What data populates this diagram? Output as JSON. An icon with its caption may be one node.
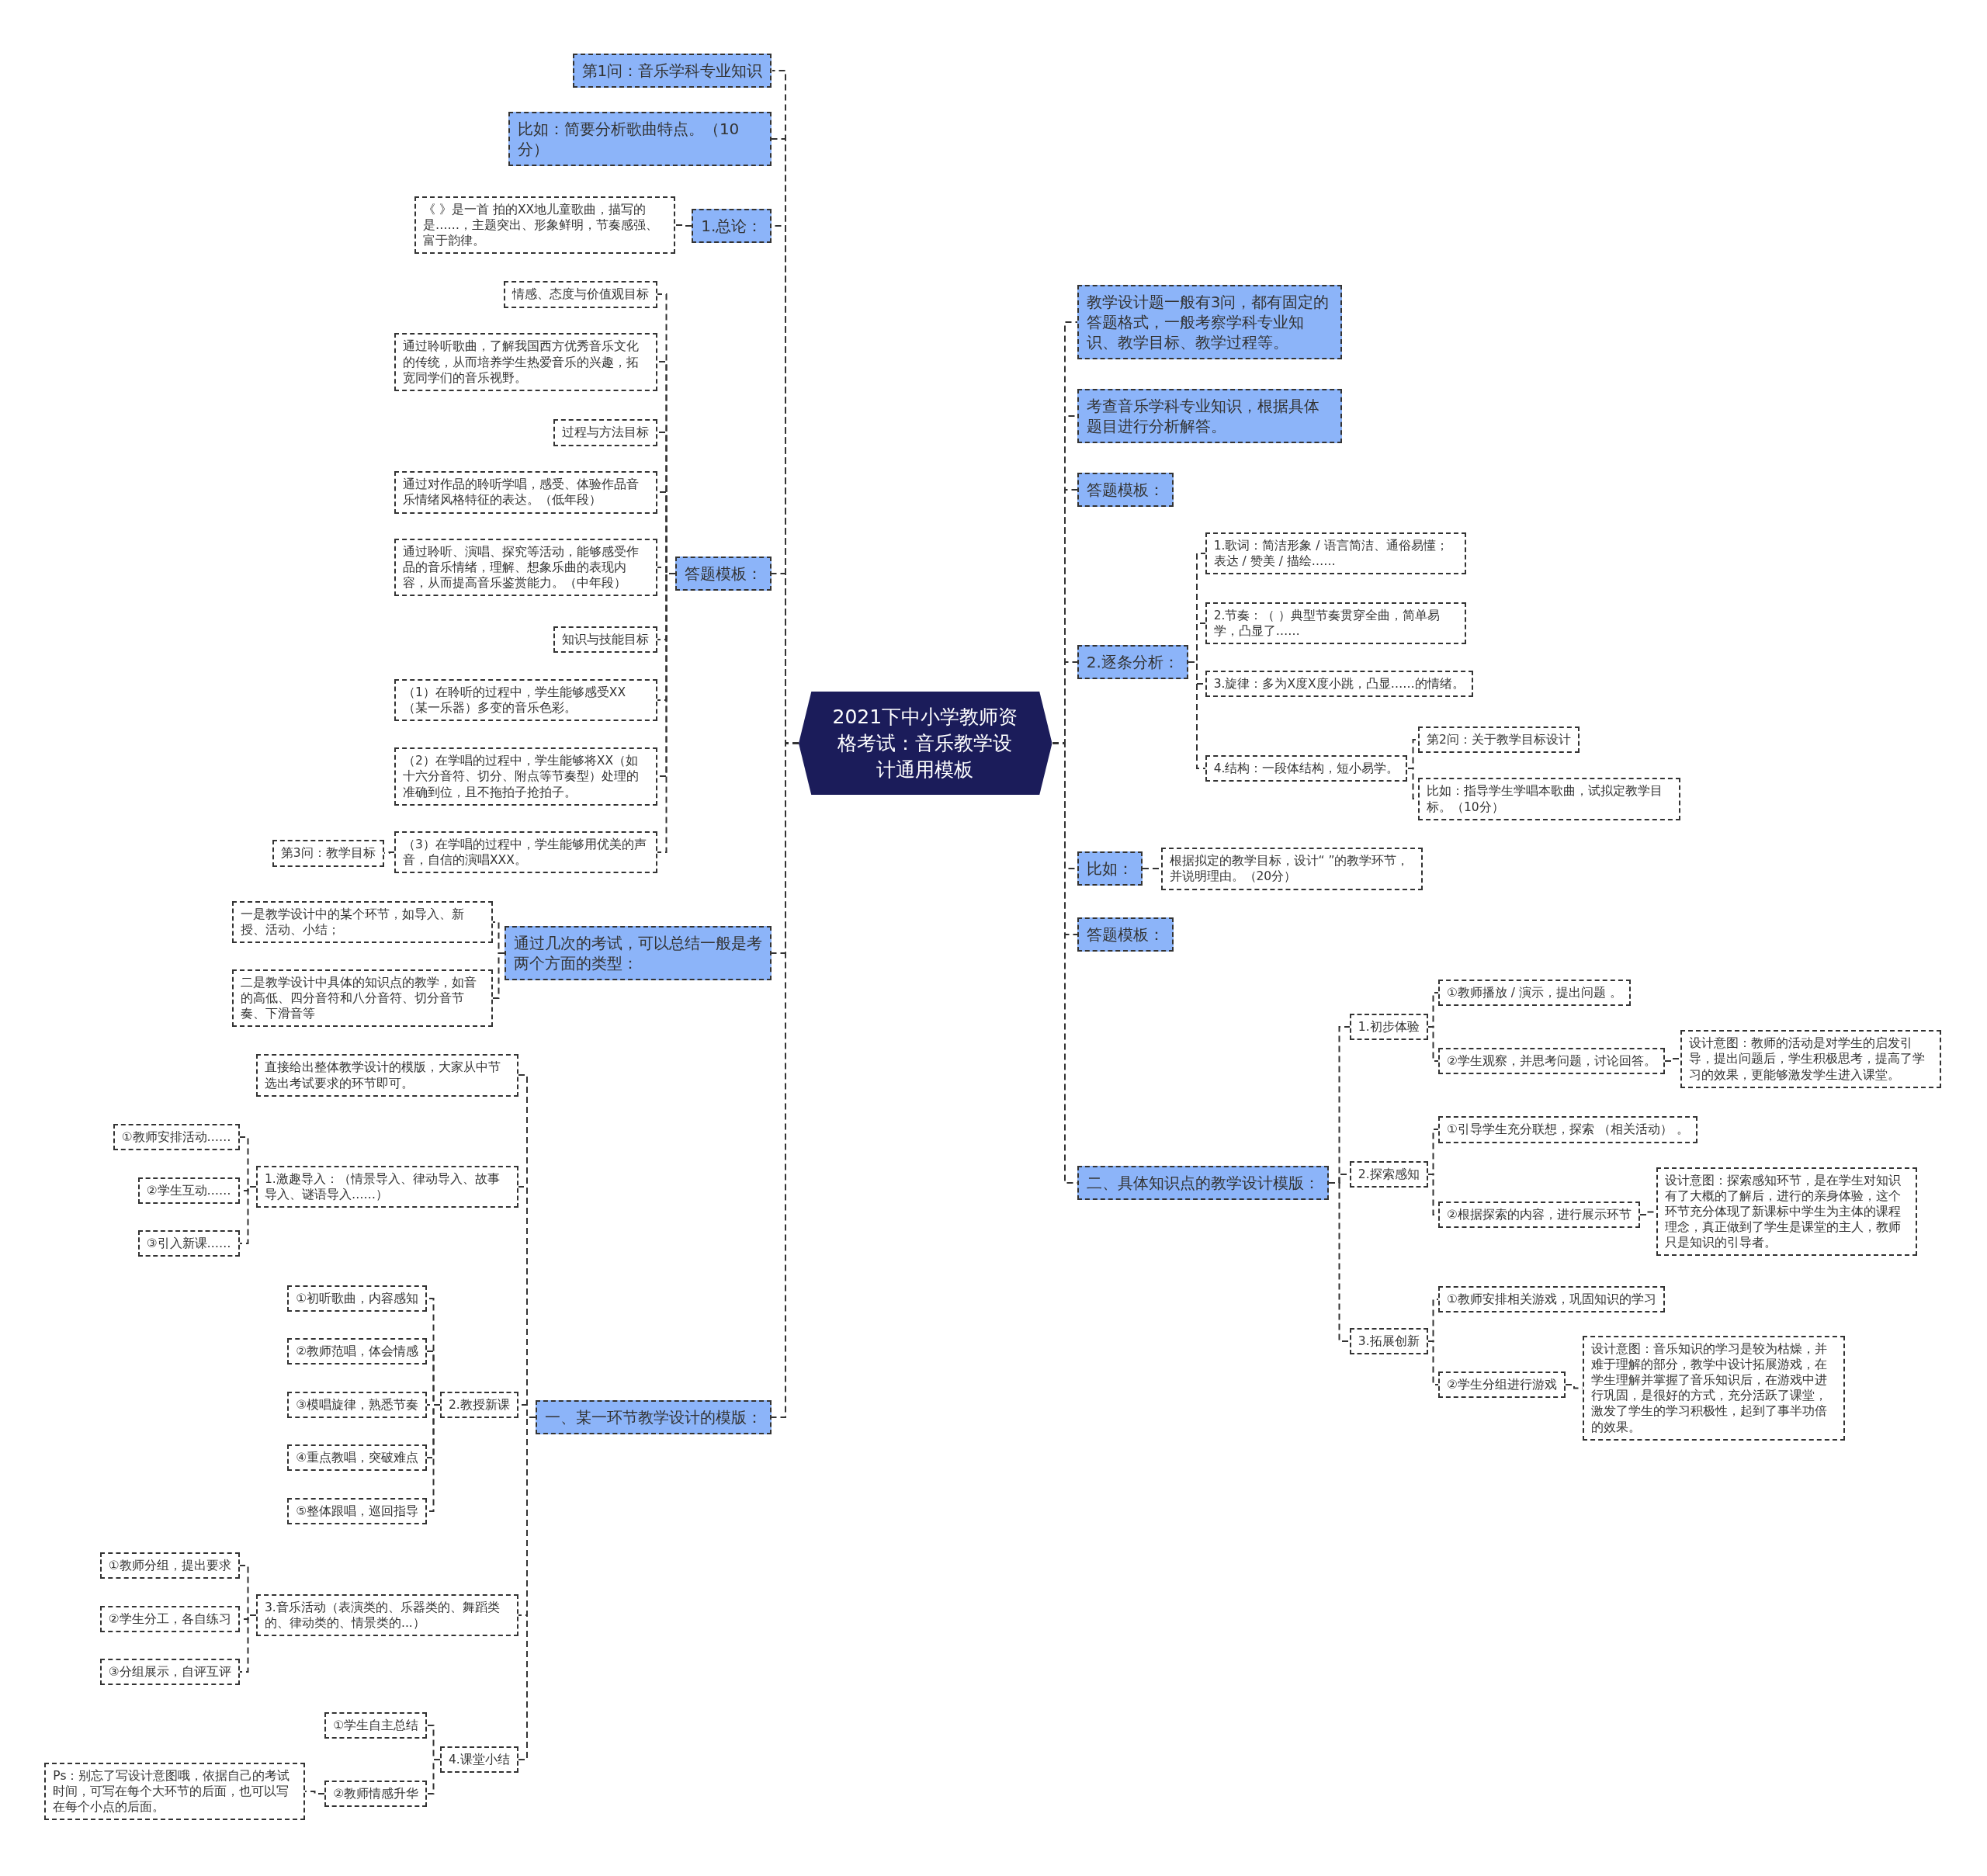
{
  "diagram": {
    "nodes": [
      {
        "text": [
          "2021下中小学教师资格考试：音乐教学设计通用模板"
        ]
      },
      {
        "text": [
          "第1问：音乐学科专业知识"
        ]
      },
      {
        "text": [
          "比如：简要分析歌曲特点。（10分）"
        ]
      },
      {
        "text": [
          "1.总论："
        ]
      },
      {
        "text": [
          "《 》是一首 拍的XX地儿童歌曲，描写的是……，主题突出、形象鲜明，节奏感强、富于韵律。"
        ]
      },
      {
        "text": [
          "答题模板："
        ]
      },
      {
        "text": [
          "情感、态度与价值观目标"
        ]
      },
      {
        "text": [
          "通过聆听歌曲，了解我国西方优秀音乐文化的传统，从而培养学生热爱音乐的兴趣，拓宽同学们的音乐视野。"
        ]
      },
      {
        "text": [
          "过程与方法目标"
        ]
      },
      {
        "text": [
          "通过对作品的聆听学唱，感受、体验作品音乐情绪风格特征的表达。（低年段）"
        ]
      },
      {
        "text": [
          "通过聆听、演唱、探究等活动，能够感受作品的音乐情绪，理解、想象乐曲的表现内容，从而提高音乐鉴赏能力。（中年段）"
        ]
      },
      {
        "text": [
          "知识与技能目标"
        ]
      },
      {
        "text": [
          "（1）在聆听的过程中，学生能够感受XX（某一乐器）多变的音乐色彩。"
        ]
      },
      {
        "text": [
          "（2）在学唱的过程中，学生能够将XX（如十六分音符、切分、附点等节奏型）处理的准确到位，且不拖拍子抢拍子。"
        ]
      },
      {
        "text": [
          "（3）在学唱的过程中，学生能够用优美的声音，自信的演唱XXX。"
        ]
      },
      {
        "text": [
          "第3问：教学目标"
        ]
      },
      {
        "text": [
          "通过几次的考试，可以总结一般是考两个方面的类型："
        ]
      },
      {
        "text": [
          "一是教学设计中的某个环节，如导入、新授、活动、小结；"
        ]
      },
      {
        "text": [
          "二是教学设计中具体的知识点的教学，如音的高低、四分音符和八分音符、切分音节奏、下滑音等"
        ]
      },
      {
        "text": [
          "一、某一环节教学设计的模版："
        ]
      },
      {
        "text": [
          "直接给出整体教学设计的模版，大家从中节选出考试要求的环节即可。"
        ]
      },
      {
        "text": [
          "1.激趣导入：（情景导入、律动导入、故事导入、谜语导入……）"
        ]
      },
      {
        "text": [
          "①教师安排活动……"
        ]
      },
      {
        "text": [
          "②学生互动……"
        ]
      },
      {
        "text": [
          "③引入新课……"
        ]
      },
      {
        "text": [
          "2.教授新课"
        ]
      },
      {
        "text": [
          "①初听歌曲，内容感知"
        ]
      },
      {
        "text": [
          "②教师范唱，体会情感"
        ]
      },
      {
        "text": [
          "③模唱旋律，熟悉节奏"
        ]
      },
      {
        "text": [
          "④重点教唱，突破难点"
        ]
      },
      {
        "text": [
          "⑤整体跟唱，巡回指导"
        ]
      },
      {
        "text": [
          "3.音乐活动（表演类的、乐器类的、舞蹈类的、律动类的、情景类的...）"
        ]
      },
      {
        "text": [
          "①教师分组，提出要求"
        ]
      },
      {
        "text": [
          "②学生分工，各自练习"
        ]
      },
      {
        "text": [
          "③分组展示，自评互评"
        ]
      },
      {
        "text": [
          "4.课堂小结"
        ]
      },
      {
        "text": [
          "①学生自主总结"
        ]
      },
      {
        "text": [
          "②教师情感升华"
        ]
      },
      {
        "text": [
          "Ps：别忘了写设计意图哦，依据自己的考试时间，可写在每个大环节的后面，也可以写在每个小点的后面。"
        ]
      },
      {
        "text": [
          "教学设计题一般有3问，都有固定的答题格式，一般考察学科专业知识、教学目标、教学过程等。"
        ]
      },
      {
        "text": [
          "考查音乐学科专业知识，根据具体题目进行分析解答。"
        ]
      },
      {
        "text": [
          "答题模板："
        ]
      },
      {
        "text": [
          "2.逐条分析："
        ]
      },
      {
        "text": [
          "1.歌词：简洁形象 / 语言简洁、通俗易懂；表达 / 赞美 / 描绘……"
        ]
      },
      {
        "text": [
          "2.节奏：（ ）典型节奏贯穿全曲，简单易学，凸显了……"
        ]
      },
      {
        "text": [
          "3.旋律：多为X度X度小跳，凸显……的情绪。"
        ]
      },
      {
        "text": [
          "4.结构：一段体结构，短小易学。"
        ]
      },
      {
        "text": [
          "第2问：关于教学目标设计"
        ]
      },
      {
        "text": [
          "比如：指导学生学唱本歌曲，试拟定教学目标。（10分）"
        ]
      },
      {
        "text": [
          "比如："
        ]
      },
      {
        "text": [
          "根据拟定的教学目标，设计“ ”的教学环节，并说明理由。（20分）"
        ]
      },
      {
        "text": [
          "答题模板："
        ]
      },
      {
        "text": [
          "二、具体知识点的教学设计模版："
        ]
      },
      {
        "text": [
          "1.初步体验"
        ]
      },
      {
        "text": [
          "①教师播放 / 演示，提出问题 。"
        ]
      },
      {
        "text": [
          "②学生观察，并思考问题，讨论回答。"
        ]
      },
      {
        "text": [
          "设计意图：教师的活动是对学生的启发引导，提出问题后，学生积极思考，提高了学习的效果，更能够激发学生进入课堂。"
        ]
      },
      {
        "text": [
          "2.探索感知"
        ]
      },
      {
        "text": [
          "①引导学生充分联想，探索 （相关活动） 。"
        ]
      },
      {
        "text": [
          "②根据探索的内容，进行展示环节"
        ]
      },
      {
        "text": [
          "设计意图：探索感知环节，是在学生对知识有了大概的了解后，进行的亲身体验，这个环节充分体现了新课标中学生为主体的课程理念，真正做到了学生是课堂的主人，教师只是知识的引导者。"
        ]
      },
      {
        "text": [
          "3.拓展创新"
        ]
      },
      {
        "text": [
          "①教师安排相关游戏，巩固知识的学习"
        ]
      },
      {
        "text": [
          "②学生分组进行游戏"
        ]
      },
      {
        "text": [
          "设计意图：音乐知识的学习是较为枯燥，并难于理解的部分，教学中设计拓展游戏，在学生理解并掌握了音乐知识后，在游戏中进行巩固，是很好的方式，充分活跃了课堂，激发了学生的学习积极性，起到了事半功倍的效果。"
        ]
      }
    ],
    "edges": [
      {
        "from": 0,
        "to": 1,
        "arrow": "none"
      },
      {
        "from": 0,
        "to": 2,
        "arrow": "none"
      },
      {
        "from": 0,
        "to": 3,
        "arrow": "none"
      },
      {
        "from": 3,
        "to": 4,
        "arrow": "none"
      },
      {
        "from": 0,
        "to": 5,
        "arrow": "none"
      },
      {
        "from": 5,
        "to": 6,
        "arrow": "none"
      },
      {
        "from": 5,
        "to": 7,
        "arrow": "none"
      },
      {
        "from": 5,
        "to": 8,
        "arrow": "none"
      },
      {
        "from": 5,
        "to": 9,
        "arrow": "none"
      },
      {
        "from": 5,
        "to": 10,
        "arrow": "none"
      },
      {
        "from": 5,
        "to": 11,
        "arrow": "none"
      },
      {
        "from": 5,
        "to": 12,
        "arrow": "none"
      },
      {
        "from": 5,
        "to": 13,
        "arrow": "none"
      },
      {
        "from": 5,
        "to": 14,
        "arrow": "none"
      },
      {
        "from": 14,
        "to": 15,
        "arrow": "none"
      },
      {
        "from": 0,
        "to": 16,
        "arrow": "none"
      },
      {
        "from": 16,
        "to": 17,
        "arrow": "none"
      },
      {
        "from": 16,
        "to": 18,
        "arrow": "none"
      },
      {
        "from": 0,
        "to": 19,
        "arrow": "none"
      },
      {
        "from": 19,
        "to": 20,
        "arrow": "none"
      },
      {
        "from": 19,
        "to": 21,
        "arrow": "none"
      },
      {
        "from": 21,
        "to": 22,
        "arrow": "none"
      },
      {
        "from": 21,
        "to": 23,
        "arrow": "none"
      },
      {
        "from": 21,
        "to": 24,
        "arrow": "none"
      },
      {
        "from": 19,
        "to": 25,
        "arrow": "none"
      },
      {
        "from": 25,
        "to": 26,
        "arrow": "none"
      },
      {
        "from": 25,
        "to": 27,
        "arrow": "none"
      },
      {
        "from": 25,
        "to": 28,
        "arrow": "none"
      },
      {
        "from": 25,
        "to": 29,
        "arrow": "none"
      },
      {
        "from": 25,
        "to": 30,
        "arrow": "none"
      },
      {
        "from": 19,
        "to": 31,
        "arrow": "none"
      },
      {
        "from": 31,
        "to": 32,
        "arrow": "none"
      },
      {
        "from": 31,
        "to": 33,
        "arrow": "none"
      },
      {
        "from": 31,
        "to": 34,
        "arrow": "none"
      },
      {
        "from": 19,
        "to": 35,
        "arrow": "none"
      },
      {
        "from": 35,
        "to": 36,
        "arrow": "none"
      },
      {
        "from": 35,
        "to": 37,
        "arrow": "none"
      },
      {
        "from": 37,
        "to": 38,
        "arrow": "none"
      },
      {
        "from": 0,
        "to": 39,
        "arrow": "none"
      },
      {
        "from": 0,
        "to": 40,
        "arrow": "none"
      },
      {
        "from": 0,
        "to": 41,
        "arrow": "none"
      },
      {
        "from": 0,
        "to": 42,
        "arrow": "none"
      },
      {
        "from": 42,
        "to": 43,
        "arrow": "none"
      },
      {
        "from": 42,
        "to": 44,
        "arrow": "none"
      },
      {
        "from": 42,
        "to": 45,
        "arrow": "none"
      },
      {
        "from": 42,
        "to": 46,
        "arrow": "none"
      },
      {
        "from": 46,
        "to": 47,
        "arrow": "none"
      },
      {
        "from": 46,
        "to": 48,
        "arrow": "none"
      },
      {
        "from": 0,
        "to": 49,
        "arrow": "none"
      },
      {
        "from": 49,
        "to": 50,
        "arrow": "none"
      },
      {
        "from": 0,
        "to": 51,
        "arrow": "none"
      },
      {
        "from": 0,
        "to": 52,
        "arrow": "none"
      },
      {
        "from": 52,
        "to": 53,
        "arrow": "none"
      },
      {
        "from": 53,
        "to": 54,
        "arrow": "none"
      },
      {
        "from": 53,
        "to": 55,
        "arrow": "none"
      },
      {
        "from": 55,
        "to": 56,
        "arrow": "none"
      },
      {
        "from": 52,
        "to": 57,
        "arrow": "none"
      },
      {
        "from": 57,
        "to": 58,
        "arrow": "none"
      },
      {
        "from": 57,
        "to": 59,
        "arrow": "none"
      },
      {
        "from": 59,
        "to": 60,
        "arrow": "none"
      },
      {
        "from": 52,
        "to": 61,
        "arrow": "none"
      },
      {
        "from": 61,
        "to": 62,
        "arrow": "none"
      },
      {
        "from": 61,
        "to": 63,
        "arrow": "none"
      },
      {
        "from": 63,
        "to": 64,
        "arrow": "none"
      }
    ]
  }
}
